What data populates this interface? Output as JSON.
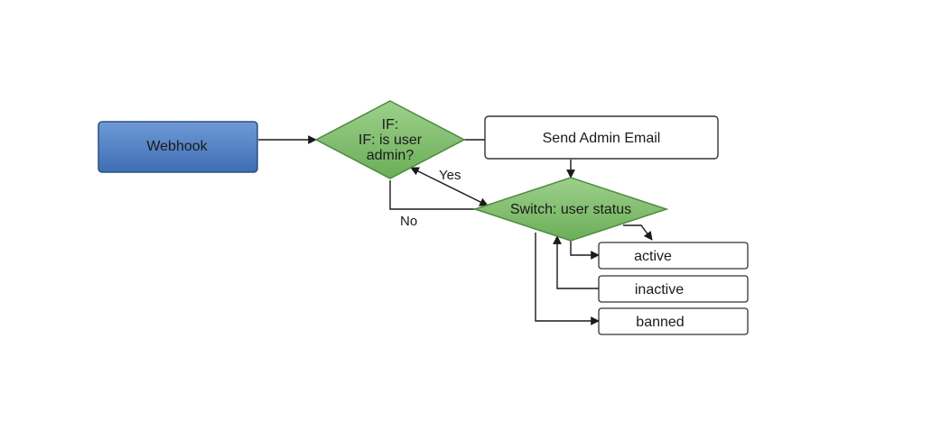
{
  "nodes": {
    "webhook": {
      "label": "Webhook",
      "fill": "#4a78c0",
      "stroke": "#2e4f86"
    },
    "if_node": {
      "lines": [
        "IF:",
        "IF: is user",
        "admin?"
      ],
      "fill": "#7dbb6a",
      "stroke": "#4f8a40"
    },
    "send_email": {
      "label": "Send Admin Email",
      "fill": "#ffffff",
      "stroke": "#333333"
    },
    "switch_node": {
      "label": "Switch: user status",
      "fill": "#7dbb6a",
      "stroke": "#4f8a40"
    },
    "active": {
      "label": "active"
    },
    "inactive": {
      "label": "inactive"
    },
    "banned": {
      "label": "banned"
    }
  },
  "edges": {
    "yes": "Yes",
    "no": "No"
  }
}
